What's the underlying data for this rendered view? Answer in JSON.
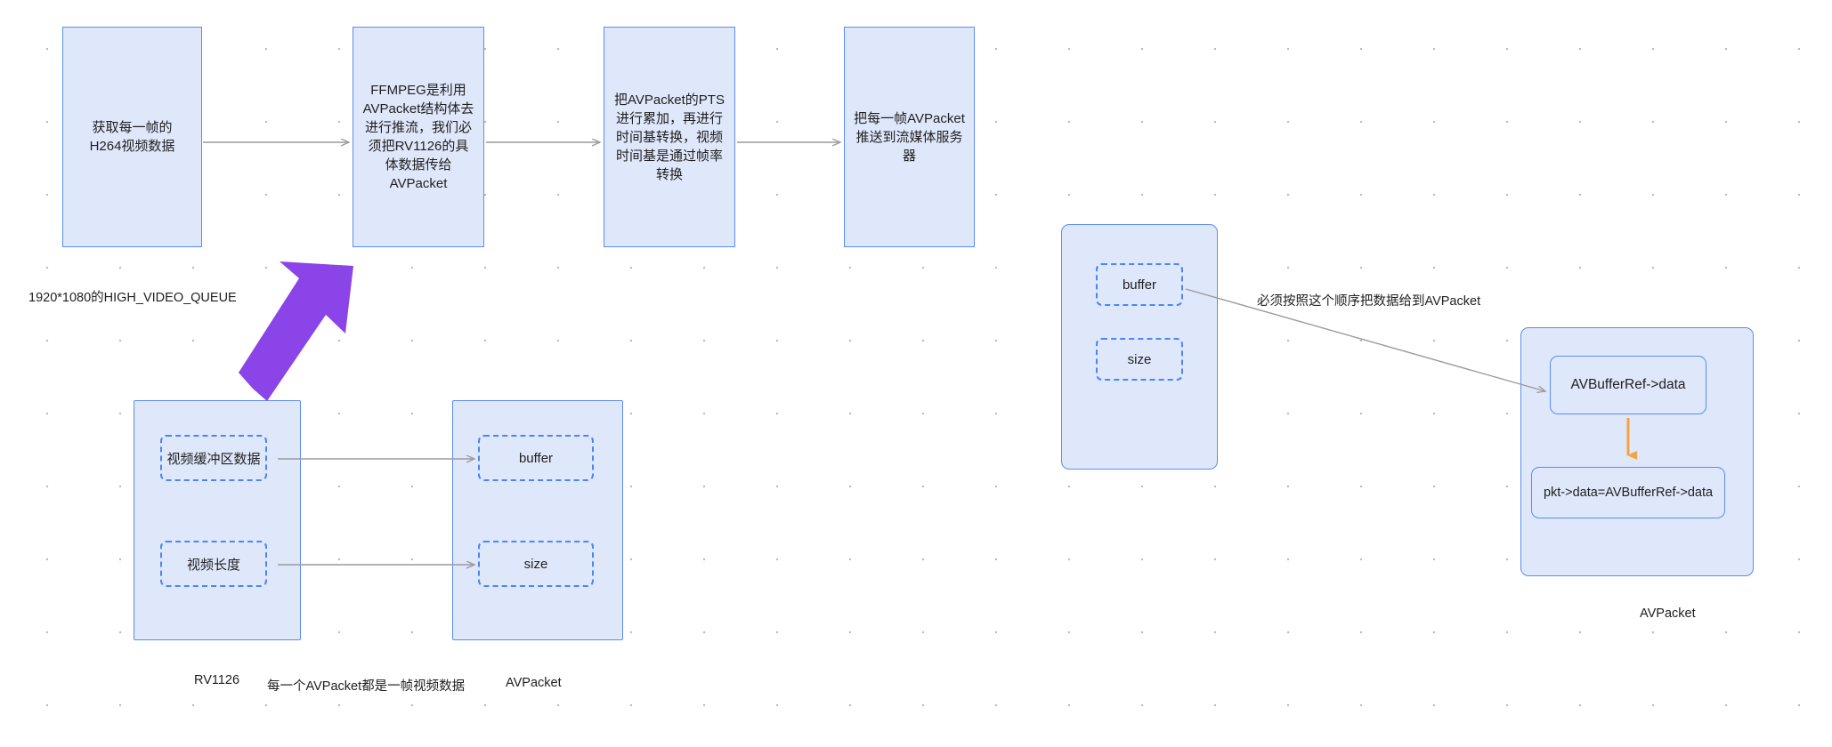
{
  "diagram": {
    "title_label": "1920*1080的HIGH_VIDEO_QUEUE",
    "flow": [
      {
        "id": "capture",
        "text": "获取每一帧的H264视频数据"
      },
      {
        "id": "ffmpeg",
        "text": "FFMPEG是利用AVPacket结构体去进行推流，我们必须把RV1126的具体数据传给AVPacket"
      },
      {
        "id": "pts",
        "text": "把AVPacket的PTS进行累加，再进行时间基转换，视频时间基是通过帧率转换"
      },
      {
        "id": "push",
        "text": "把每一帧AVPacket推送到流媒体服务器"
      }
    ],
    "rv1126": {
      "caption": "RV1126",
      "fields": [
        {
          "id": "video-buffer-data",
          "label": "视频缓冲区数据"
        },
        {
          "id": "video-length",
          "label": "视频长度"
        }
      ]
    },
    "avpacket_left": {
      "caption": "AVPacket",
      "fields": [
        {
          "id": "buffer",
          "label": "buffer"
        },
        {
          "id": "size",
          "label": "size"
        }
      ]
    },
    "middle_note": "每一个AVPacket都是一帧视频数据",
    "avpacket_mid": {
      "fields": [
        {
          "id": "buffer",
          "label": "buffer"
        },
        {
          "id": "size",
          "label": "size"
        }
      ]
    },
    "order_note": "必须按照这个顺序把数据给到AVPacket",
    "avpacket_right": {
      "caption": "AVPacket",
      "items": [
        {
          "id": "avbufferref-data",
          "label": "AVBufferRef->data"
        },
        {
          "id": "pkt-data-assign",
          "label": "pkt->data=AVBufferRef->data"
        }
      ]
    },
    "colors": {
      "node_fill": "#dfe7fb",
      "node_border": "#5b8def",
      "dashed_border": "#4a86f7",
      "connector": "#9a9a9a",
      "highlight_arrow": "#8b44e8",
      "orange_arrow": "#f6a33c",
      "grid_dot": "#b9bcc4"
    }
  }
}
